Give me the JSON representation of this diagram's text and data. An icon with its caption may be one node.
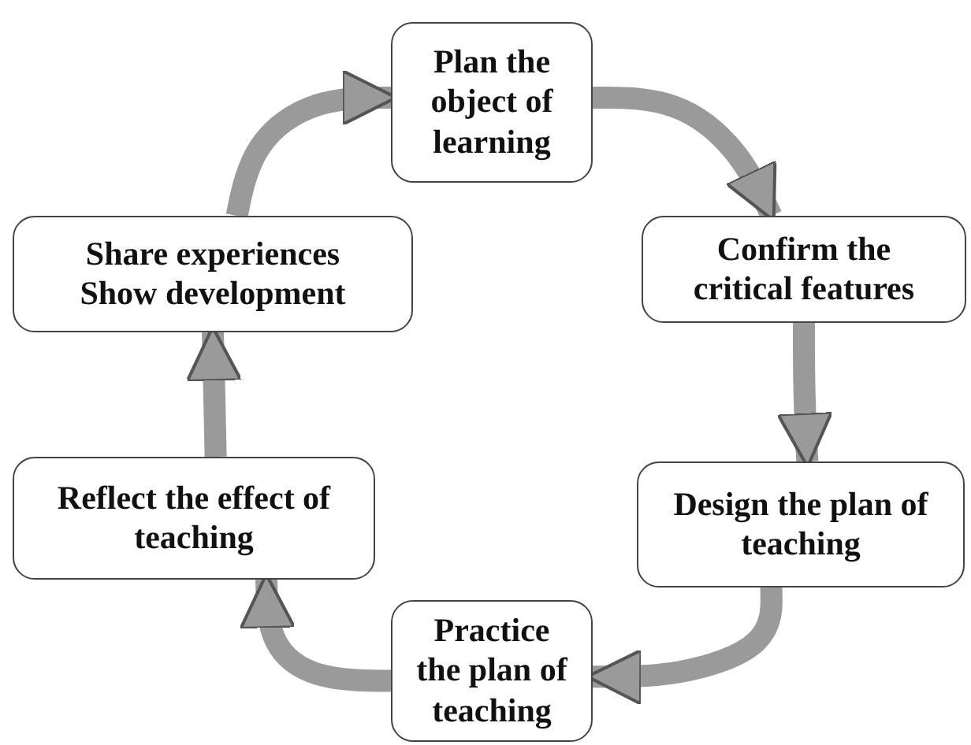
{
  "diagram": {
    "nodes": [
      {
        "text": [
          "Plan the object of learning"
        ]
      },
      {
        "text": [
          "Confirm the critical features"
        ]
      },
      {
        "text": [
          "Design the plan of teaching"
        ]
      },
      {
        "text": [
          "Practice the plan of teaching"
        ]
      },
      {
        "text": [
          "Reflect the effect of teaching"
        ]
      },
      {
        "text": [
          "Share experiences Show development"
        ]
      }
    ],
    "edges": [
      {
        "from": 0,
        "to": 1,
        "arrow": "to"
      },
      {
        "from": 1,
        "to": 2,
        "arrow": "to"
      },
      {
        "from": 2,
        "to": 3,
        "arrow": "to"
      },
      {
        "from": 3,
        "to": 4,
        "arrow": "to"
      },
      {
        "from": 4,
        "to": 5,
        "arrow": "to"
      },
      {
        "from": 5,
        "to": 0,
        "arrow": "to"
      }
    ]
  }
}
